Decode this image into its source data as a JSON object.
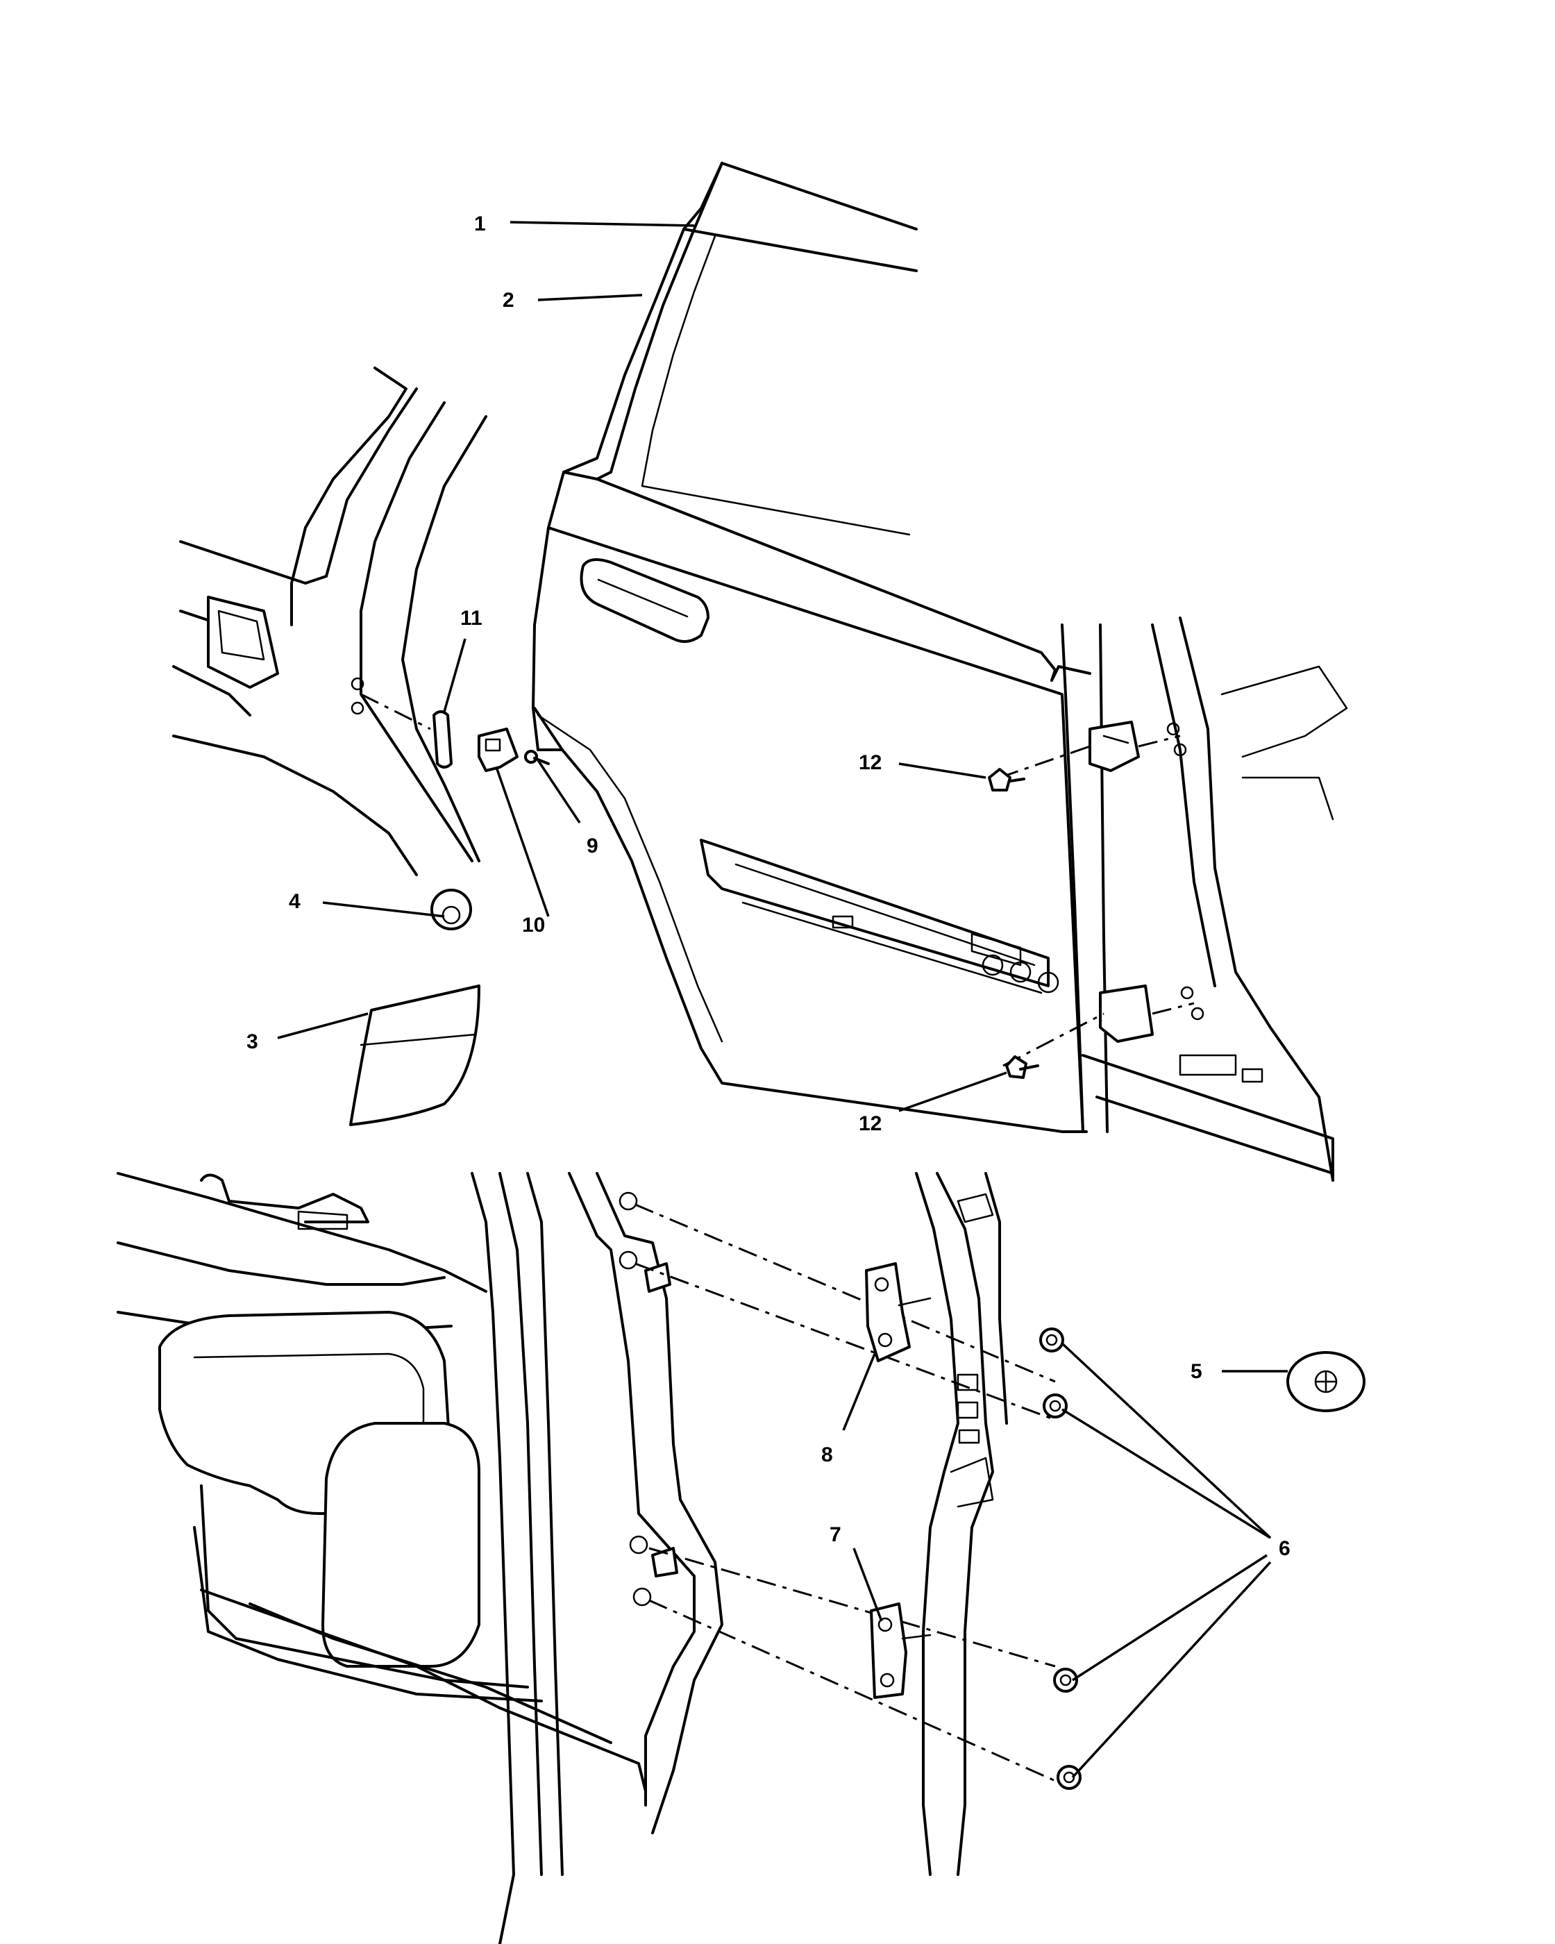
{
  "callouts": {
    "c1": "1",
    "c2": "2",
    "c3": "3",
    "c4": "4",
    "c5": "5",
    "c6": "6",
    "c7": "7",
    "c8": "8",
    "c9": "9",
    "c10": "10",
    "c11": "11",
    "c12a": "12",
    "c12b": "12"
  }
}
